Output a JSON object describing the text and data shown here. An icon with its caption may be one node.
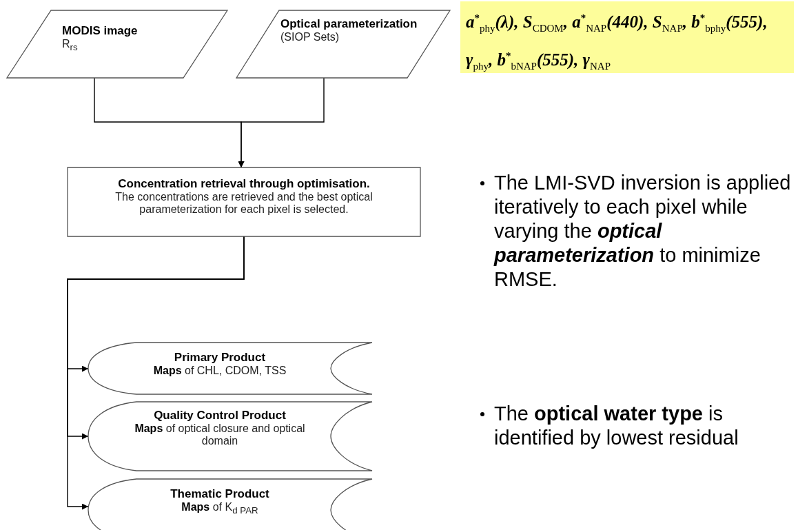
{
  "diagram": {
    "nodes": [
      {
        "text": [
          "MODIS image",
          "R$_{rs}$"
        ]
      },
      {
        "text": [
          "Optical parameterization",
          "(SIOP Sets)"
        ]
      },
      {
        "text": [
          "a$^{*}$$_{phy}$(λ), S$_{CDOM}$, a$^{*}$$_{NAP}$(440), S$_{NAP}$, b$^{*}$$_{bphy}$(555), γ$_{phy}$, b$^{*}$$_{bNAP}$(555), γ$_{NAP}$"
        ]
      },
      {
        "text": [
          "Concentration retrieval through optimisation.",
          "The concentrations are retrieved and the best optical parameterization for each pixel is selected."
        ]
      },
      {
        "text": [
          "Primary Product",
          "**Maps** of CHL, CDOM, TSS"
        ]
      },
      {
        "text": [
          "Quality Control Product",
          "**Maps** of optical closure and optical domain"
        ]
      },
      {
        "text": [
          "Thematic Product",
          "**Maps** of K$_{d PAR}$"
        ]
      }
    ],
    "edges": [
      {
        "from": 0,
        "to": 3,
        "arrow": "to"
      },
      {
        "from": 1,
        "to": 3,
        "arrow": "to"
      },
      {
        "from": 3,
        "to": 4,
        "arrow": "to"
      },
      {
        "from": 3,
        "to": 5,
        "arrow": "to"
      },
      {
        "from": 3,
        "to": 6,
        "arrow": "to"
      }
    ],
    "labels": [
      "The LMI-SVD inversion is applied iteratively to each pixel while varying the **optical parameterization** to minimize RMSE.",
      "The **optical water type** is identified by lowest residual"
    ]
  }
}
